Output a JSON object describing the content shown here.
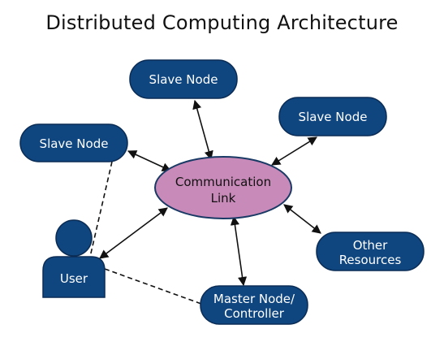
{
  "title": "Distributed Computing Architecture",
  "colors": {
    "node_fill": "#0f4680",
    "node_stroke": "#0a2c55",
    "hub_fill": "#c88ab8",
    "hub_stroke": "#1a3a66",
    "line": "#111111"
  },
  "nodes": {
    "slave_top": "Slave Node",
    "slave_right": "Slave Node",
    "slave_left": "Slave Node",
    "hub_line1": "Communication",
    "hub_line2": "Link",
    "user": "User",
    "other_line1": "Other",
    "other_line2": "Resources",
    "master_line1": "Master Node/",
    "master_line2": "Controller"
  }
}
